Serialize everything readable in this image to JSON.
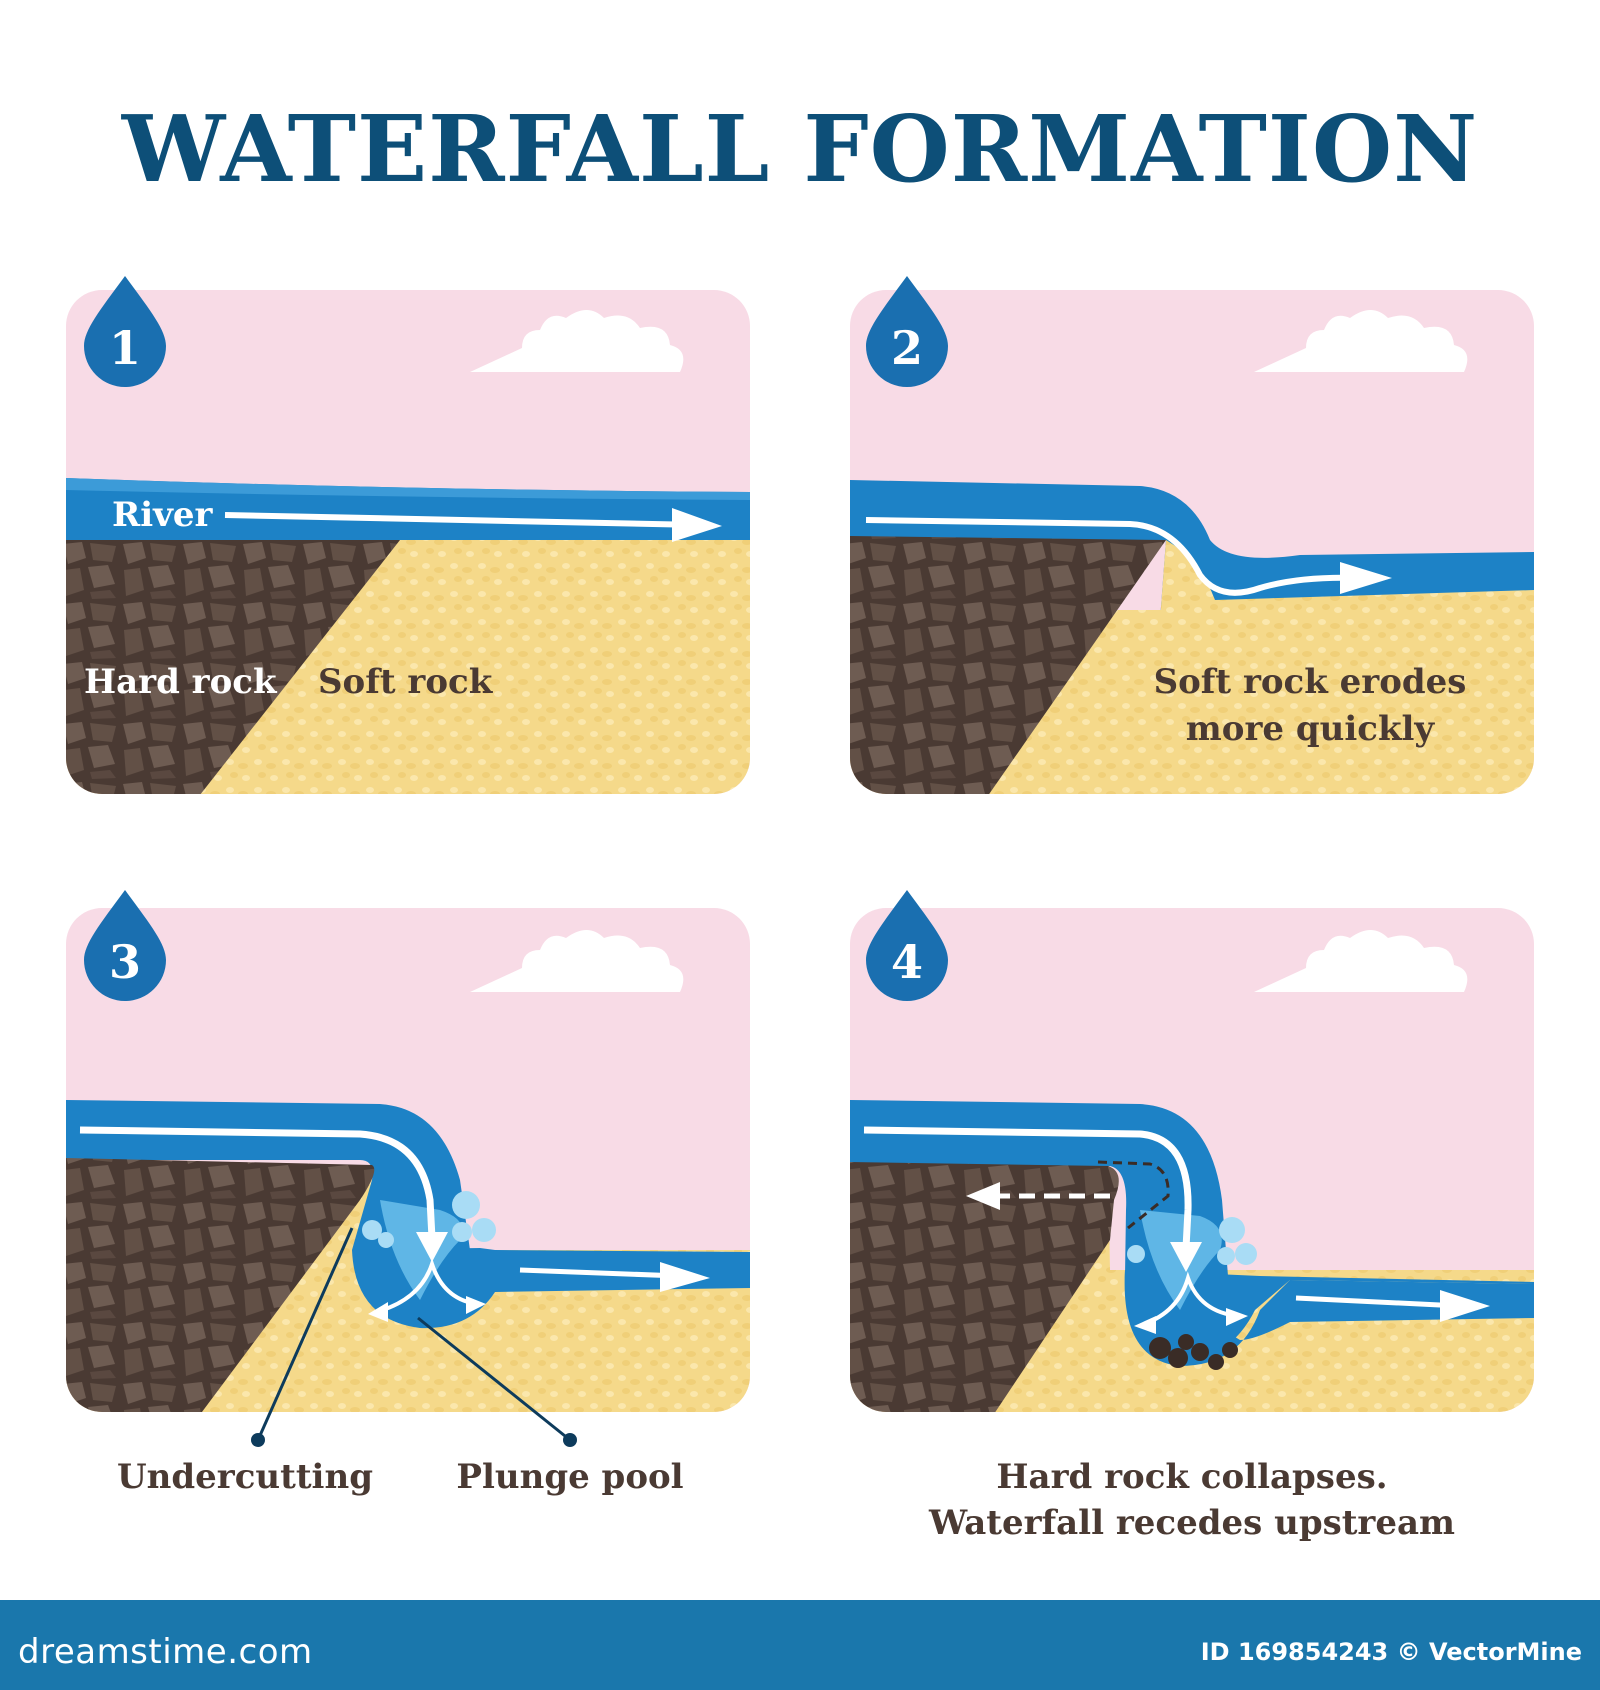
{
  "title": "WATERFALL FORMATION",
  "colors": {
    "title": "#0d4f78",
    "sky": "#f8dbe6",
    "water": "#1d82c6",
    "water_light": "#5fb6e6",
    "hard_rock": "#4a3a33",
    "hard_rock_chip": "#6e5c52",
    "soft_rock": "#f5d98a",
    "badge": "#1a6fb0",
    "label_dark": "#4a3a33",
    "footer": "#1a77ac"
  },
  "steps": [
    {
      "number": "1",
      "labels": {
        "river": "River",
        "hard_rock": "Hard rock",
        "soft_rock": "Soft rock"
      }
    },
    {
      "number": "2",
      "labels": {
        "line1": "Soft rock erodes",
        "line2": "more quickly"
      }
    },
    {
      "number": "3",
      "labels": {
        "undercutting": "Undercutting",
        "plunge_pool": "Plunge pool"
      }
    },
    {
      "number": "4",
      "labels": {
        "line1": "Hard rock collapses.",
        "line2": "Waterfall recedes upstream"
      }
    }
  ],
  "footer": {
    "site": "dreamstime.com",
    "id_text": "ID 169854243 © VectorMine"
  }
}
